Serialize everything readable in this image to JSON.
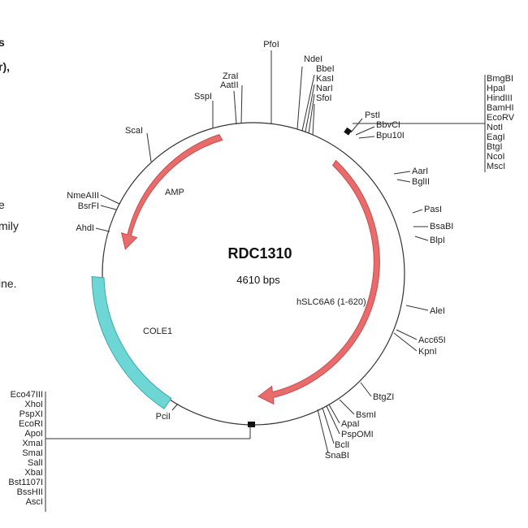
{
  "plasmid": {
    "name": "RDC1310",
    "size_label": "4610 bps"
  },
  "side_text": [
    "s",
    "r),",
    "e",
    "mily",
    "ine."
  ],
  "features": [
    {
      "name": "AMP",
      "color": "#e86c6c"
    },
    {
      "name": "hSLC6A6 (1-620)",
      "color": "#e86c6c"
    },
    {
      "name": "COLE1",
      "color": "#6fd6d6"
    }
  ],
  "sites": [
    "PfoI",
    "NdeI",
    "BbeI",
    "KasI",
    "NarI",
    "SfoI",
    "ZraI",
    "AatII",
    "SspI",
    "ScaI",
    "PstI",
    "BbvCI",
    "Bpu10I",
    "AarI",
    "BglII",
    "PasI",
    "BsaBI",
    "BlpI",
    "AleI",
    "Acc65I",
    "KpnI",
    "BtgZI",
    "BsmI",
    "ApaI",
    "PspOMI",
    "BclI",
    "SnaBI",
    "NmeAIII",
    "BsrFI",
    "AhdI",
    "PciI"
  ],
  "mcs_right": [
    "BmgBI",
    "HpaI",
    "HindIII",
    "BamHI",
    "EcoRV",
    "NotI",
    "EagI",
    "BtgI",
    "NcoI",
    "MscI"
  ],
  "mcs_left": [
    "Eco47III",
    "XhoI",
    "PspXI",
    "EcoRI",
    "ApoI",
    "XmaI",
    "SmaI",
    "SalI",
    "XbaI",
    "Bst1107I",
    "BssHII",
    "AscI"
  ]
}
